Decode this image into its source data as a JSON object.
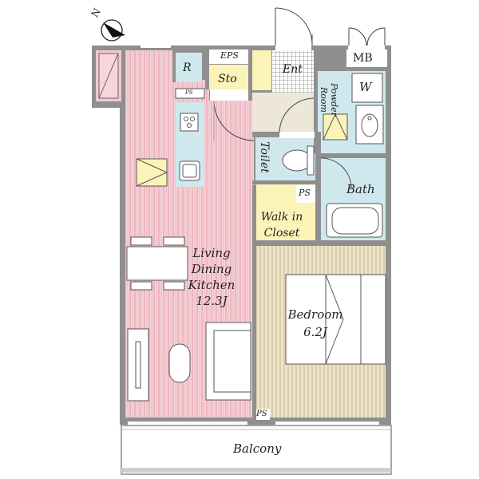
{
  "compass": {
    "letter": "N",
    "icon": "compass-arrow-icon"
  },
  "rooms": {
    "ldk": {
      "lines": [
        "Living",
        "Dining",
        "Kitchen",
        "12.3J"
      ]
    },
    "bedroom": {
      "lines": [
        "Bedroom",
        "6.2J"
      ]
    },
    "walkin": {
      "lines": [
        "Walk in",
        "Closet"
      ]
    },
    "bath": {
      "label": "Bath"
    },
    "toilet": {
      "label": "Toilet"
    },
    "powder": {
      "lines": [
        "Powder",
        "Room"
      ]
    },
    "storage": {
      "label": "Sto"
    },
    "entrance": {
      "label": "Ent"
    },
    "eps": {
      "label": "EPS"
    },
    "mb": {
      "label": "MB"
    },
    "washer": {
      "label": "W"
    },
    "fridge": {
      "label": "R"
    },
    "ps": {
      "label": "PS"
    },
    "balcony": {
      "label": "Balcony"
    }
  },
  "colors": {
    "ldk": "#f4c8cf",
    "bedroom": "#e6dcbf",
    "wet": "#cfe8ee",
    "closet": "#fbf3b8",
    "entrance": "#ece7d8",
    "wall": "#8f8f8f"
  }
}
